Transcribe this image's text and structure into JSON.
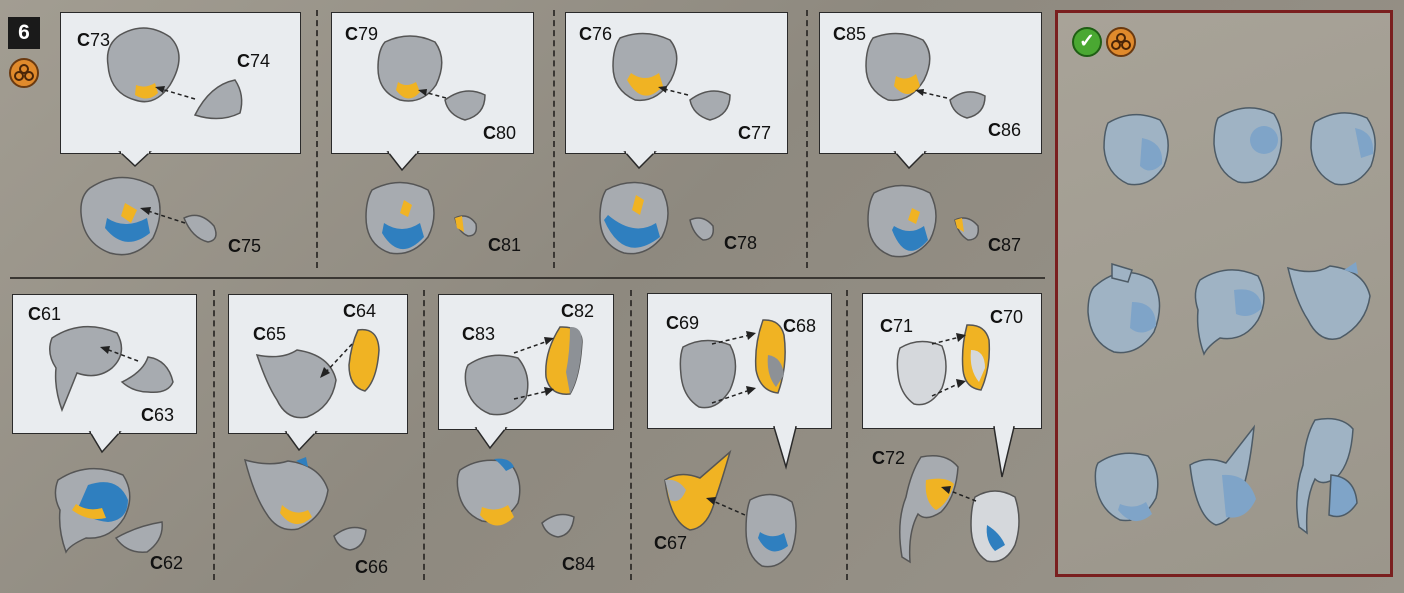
{
  "step_number": "6",
  "icons": {
    "subassembly": "subassembly-icon",
    "done": "check-icon"
  },
  "colors": {
    "grey_part": "#a7abb0",
    "new_part_yellow": "#f0b323",
    "existing_blue": "#2f7fbf",
    "panel_border": "#7a1f1f"
  },
  "parts": {
    "c73": "73",
    "c74": "74",
    "c75": "75",
    "c79": "79",
    "c80": "80",
    "c81": "81",
    "c76": "76",
    "c77": "77",
    "c78": "78",
    "c85": "85",
    "c86": "86",
    "c87": "87",
    "c61": "61",
    "c63": "63",
    "c62": "62",
    "c65": "65",
    "c64": "64",
    "c66": "66",
    "c83": "83",
    "c82": "82",
    "c84": "84",
    "c69": "69",
    "c68": "68",
    "c67": "67",
    "c71": "71",
    "c70": "70",
    "c72": "72"
  },
  "part_prefix": "C"
}
